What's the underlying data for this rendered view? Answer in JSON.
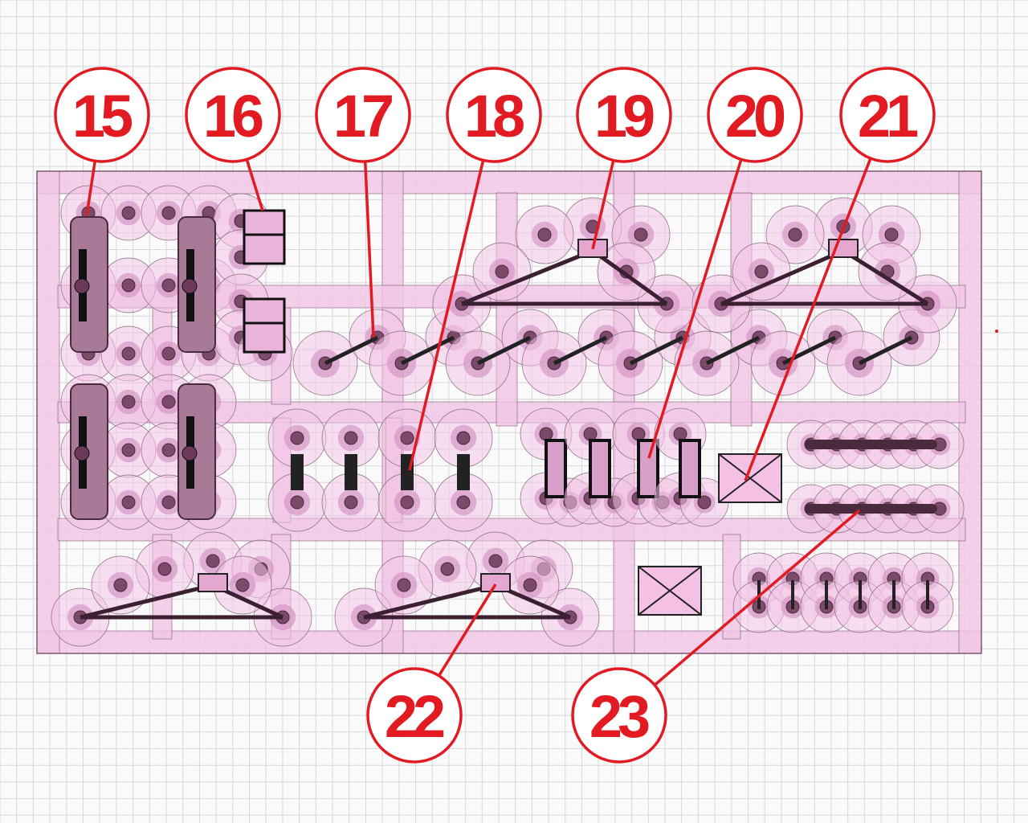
{
  "diagram": {
    "colors": {
      "accent": "#e21b23",
      "part_fill": "#f3c4e6",
      "part_dark": "#4a2a3c",
      "grid": "#d8d8d8"
    },
    "callouts": [
      {
        "label": "15"
      },
      {
        "label": "16"
      },
      {
        "label": "17"
      },
      {
        "label": "18"
      },
      {
        "label": "19"
      },
      {
        "label": "20"
      },
      {
        "label": "21"
      },
      {
        "label": "22"
      },
      {
        "label": "23"
      }
    ]
  }
}
